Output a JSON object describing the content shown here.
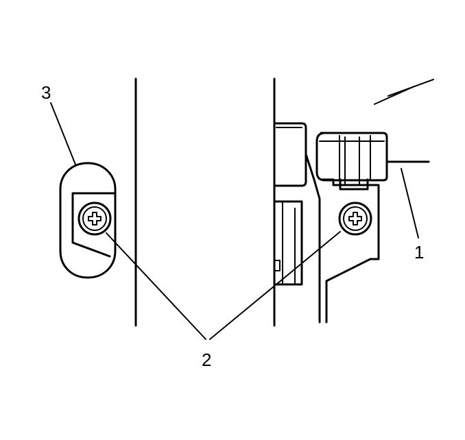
{
  "callouts": {
    "label_1": "1",
    "label_2": "2",
    "label_3": "3"
  },
  "parts": [
    {
      "callout": "1",
      "icon": "connector"
    },
    {
      "callout": "2",
      "icon": "phillips-screw"
    },
    {
      "callout": "3",
      "icon": "oval-access-opening"
    }
  ]
}
